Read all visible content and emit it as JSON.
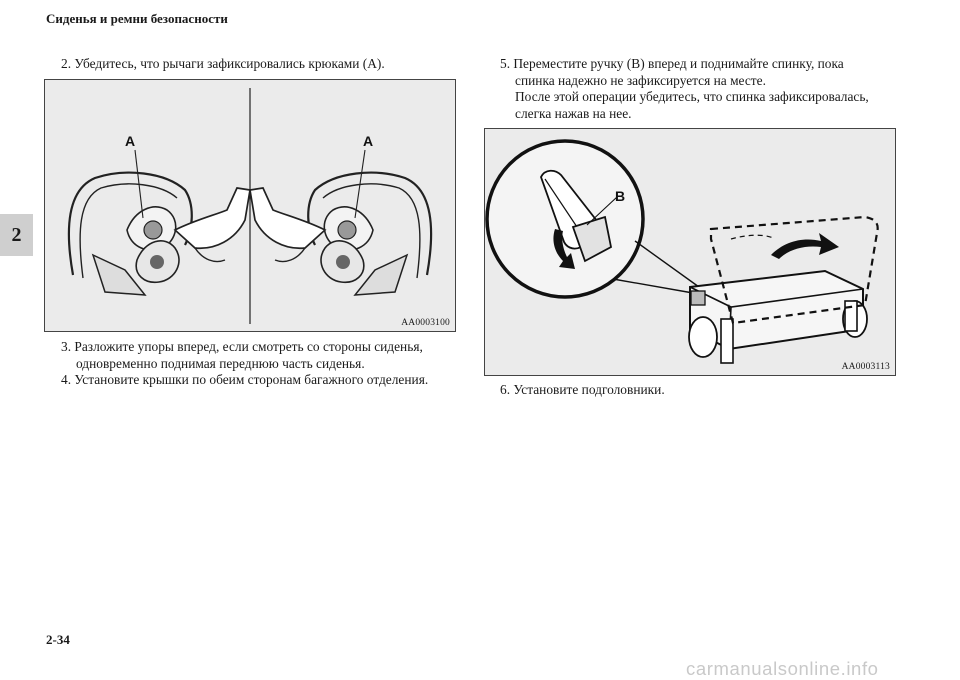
{
  "header": {
    "section_title": "Сиденья и ремни безопасности"
  },
  "chapter_tab": {
    "number": "2"
  },
  "steps": {
    "s2": "2. Убедитесь, что рычаги зафиксировались крюками (A).",
    "s3_line1": "3. Разложите упоры вперед, если смотреть со стороны сиденья,",
    "s3_line2": "одновременно поднимая переднюю часть сиденья.",
    "s4": "4. Установите крышки по обеим сторонам багажного отделения.",
    "s5_line1": "5. Переместите ручку (B) вперед и поднимайте спинку, пока",
    "s5_line2": "спинка надежно не зафиксируется на месте.",
    "s5_line3": "После этой операции убедитесь, что спинка зафиксировалась,",
    "s5_line4": "слегка нажав на нее.",
    "s6": "6. Установите подголовники."
  },
  "figures": {
    "left": {
      "code": "AA0003100",
      "label_a_left": "A",
      "label_a_right": "A"
    },
    "right": {
      "code": "AA0003113",
      "label_b": "B"
    }
  },
  "footer": {
    "page_number": "2-34",
    "watermark": "carmanualsonline.info"
  }
}
